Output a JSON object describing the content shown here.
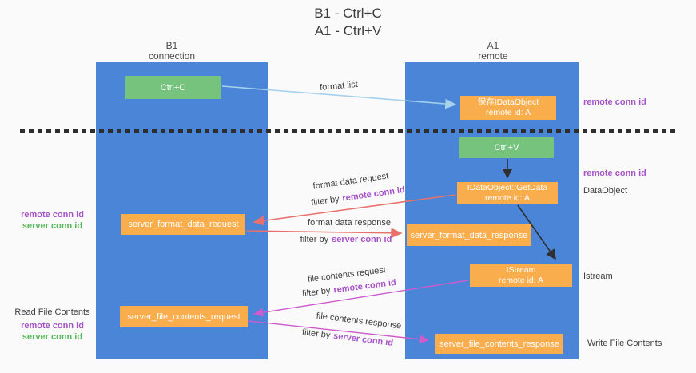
{
  "title": {
    "line1": "B1 - Ctrl+C",
    "line2": "A1 - Ctrl+V"
  },
  "lanes": {
    "left": {
      "name": "B1",
      "role": "connection"
    },
    "right": {
      "name": "A1",
      "role": "remote"
    }
  },
  "boxes": {
    "ctrl_c": {
      "label": "Ctrl+C"
    },
    "save_idataobject": {
      "line1": "保存IDataObject",
      "line2": "remote id: A"
    },
    "ctrl_v": {
      "label": "Ctrl+V"
    },
    "getdata": {
      "line1": "IDataObject::GetData",
      "line2": "remote id: A"
    },
    "format_request": {
      "label": "server_format_data_request"
    },
    "format_response": {
      "label": "server_format_data_response"
    },
    "istream": {
      "line1": "IStream",
      "line2": "remote id: A"
    },
    "file_request": {
      "label": "server_file_contents_request"
    },
    "file_response": {
      "label": "server_file_contents_response"
    }
  },
  "flow_labels": {
    "format_list": "format list",
    "format_data_request": "format data request",
    "format_data_response": "format data response",
    "file_contents_request": "file contents request",
    "file_contents_response": "file contents response",
    "filter_by": "filter by"
  },
  "side_labels": {
    "remote_conn_id": "remote conn id",
    "server_conn_id": "server conn id",
    "dataobject": "DataObject",
    "istream": "Istream",
    "read_file_contents": "Read File Contents",
    "write_file_contents": "Write File Contents"
  },
  "colors": {
    "lane_blue": "#4a85d7",
    "box_orange": "#f9ad4c",
    "box_green": "#76c37d",
    "arrow_light_blue": "#a5d1ec",
    "arrow_red": "#e8706d",
    "arrow_magenta": "#cd5cce",
    "arrow_black": "#2f2f2f",
    "text_purple": "#a652c8",
    "text_green": "#57b75c",
    "separator_dash": "#2e2e2e"
  }
}
